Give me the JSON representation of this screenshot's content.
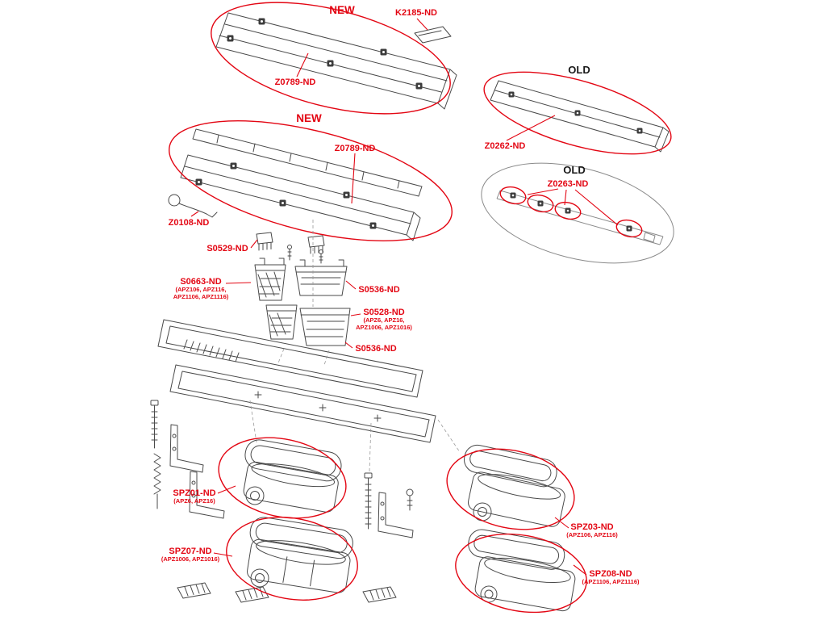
{
  "colors": {
    "highlight_red": "#e30613",
    "line_gray": "#4a4a4a",
    "old_text": "#1a1a1a",
    "background": "#ffffff"
  },
  "labels": {
    "new_top": {
      "code": "NEW"
    },
    "k2185": {
      "code": "K2185-ND"
    },
    "z0789_top": {
      "code": "Z0789-ND"
    },
    "new_mid": {
      "code": "NEW"
    },
    "z0789_mid": {
      "code": "Z0789-ND"
    },
    "old_top": {
      "code": "OLD"
    },
    "z0262": {
      "code": "Z0262-ND"
    },
    "old_bottom": {
      "code": "OLD"
    },
    "z0263": {
      "code": "Z0263-ND"
    },
    "z0108": {
      "code": "Z0108-ND"
    },
    "s0529": {
      "code": "S0529-ND"
    },
    "s0663": {
      "code": "S0663-ND",
      "models_line1": "(APZ106, APZ116,",
      "models_line2": "APZ1106, APZ1116)"
    },
    "s0536_top": {
      "code": "S0536-ND"
    },
    "s0528": {
      "code": "S0528-ND",
      "models_line1": "(APZ6, APZ16,",
      "models_line2": "APZ1006, APZ1016)"
    },
    "s0536_bottom": {
      "code": "S0536-ND"
    },
    "spz01": {
      "code": "SPZ01-ND",
      "models_line1": "(APZ6, APZ16)"
    },
    "spz03": {
      "code": "SPZ03-ND",
      "models_line1": "(APZ106, APZ116)"
    },
    "spz07": {
      "code": "SPZ07-ND",
      "models_line1": "(APZ1006, APZ1016)"
    },
    "spz08": {
      "code": "SPZ08-ND",
      "models_line1": "(APZ1106, APZ1116)"
    }
  }
}
